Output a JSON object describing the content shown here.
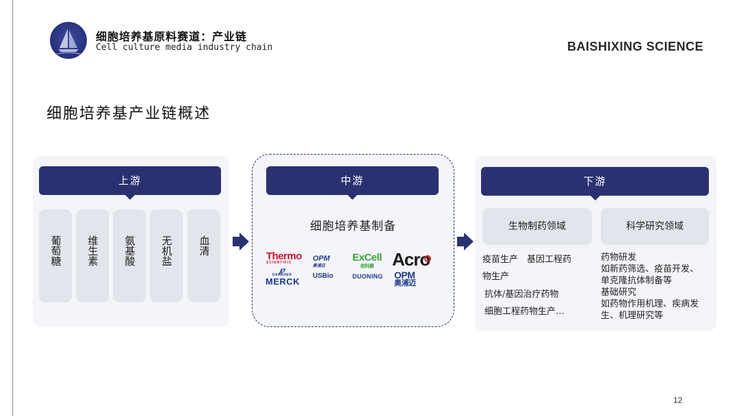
{
  "header": {
    "title_cn": "细胞培养基原料赛道：产业链",
    "title_en": "Cell culture media industry chain",
    "brand": "BAISHIXING SCIENCE"
  },
  "section_title": "细胞培养基产业链概述",
  "upstream": {
    "label": "上游",
    "materials": [
      "葡萄糖",
      "维生素",
      "氨基酸",
      "无机盐",
      "血清"
    ]
  },
  "midstream": {
    "label": "中游",
    "heading": "细胞培养基制备",
    "logos": [
      {
        "name": "Thermo",
        "sub": "SCIENTIFIC",
        "color": "#c8102e"
      },
      {
        "name": "OPM",
        "sub": "奥浦迈",
        "color": "#1f3a8a"
      },
      {
        "name": "ExCell",
        "sub": "依科赛",
        "color": "#3aa53a"
      },
      {
        "name": "Acro",
        "color": "#1a1a1a",
        "accent": "#d02020"
      },
      {
        "name": "DANAHER",
        "color": "#1f3a8a"
      },
      {
        "name": "USBio",
        "color": "#1f3a8a"
      },
      {
        "name": "DUONING",
        "color": "#1f3a8a"
      },
      {
        "name": "OPM",
        "sub": "奥浦迈",
        "color": "#1f3a8a"
      },
      {
        "name": "MERCK",
        "color": "#1f3a8a"
      }
    ]
  },
  "downstream": {
    "label": "下游",
    "fields": [
      "生物制药领域",
      "科学研究领域"
    ],
    "pharma_lines": [
      "疫苗生产　基因工程药",
      "物生产",
      "抗体/基因治疗药物",
      "细胞工程药物生产…"
    ],
    "research_lines": [
      "药物研发",
      "如新药筛选、疫苗开发、",
      "单克隆抗体制备等",
      "基础研究",
      "如药物作用机理、疾病发",
      "生、机理研究等"
    ]
  },
  "page_number": "12",
  "colors": {
    "navy": "#2b3170",
    "panel_bg": "#f4f5f9",
    "tile_bg": "#e3e5ec"
  }
}
